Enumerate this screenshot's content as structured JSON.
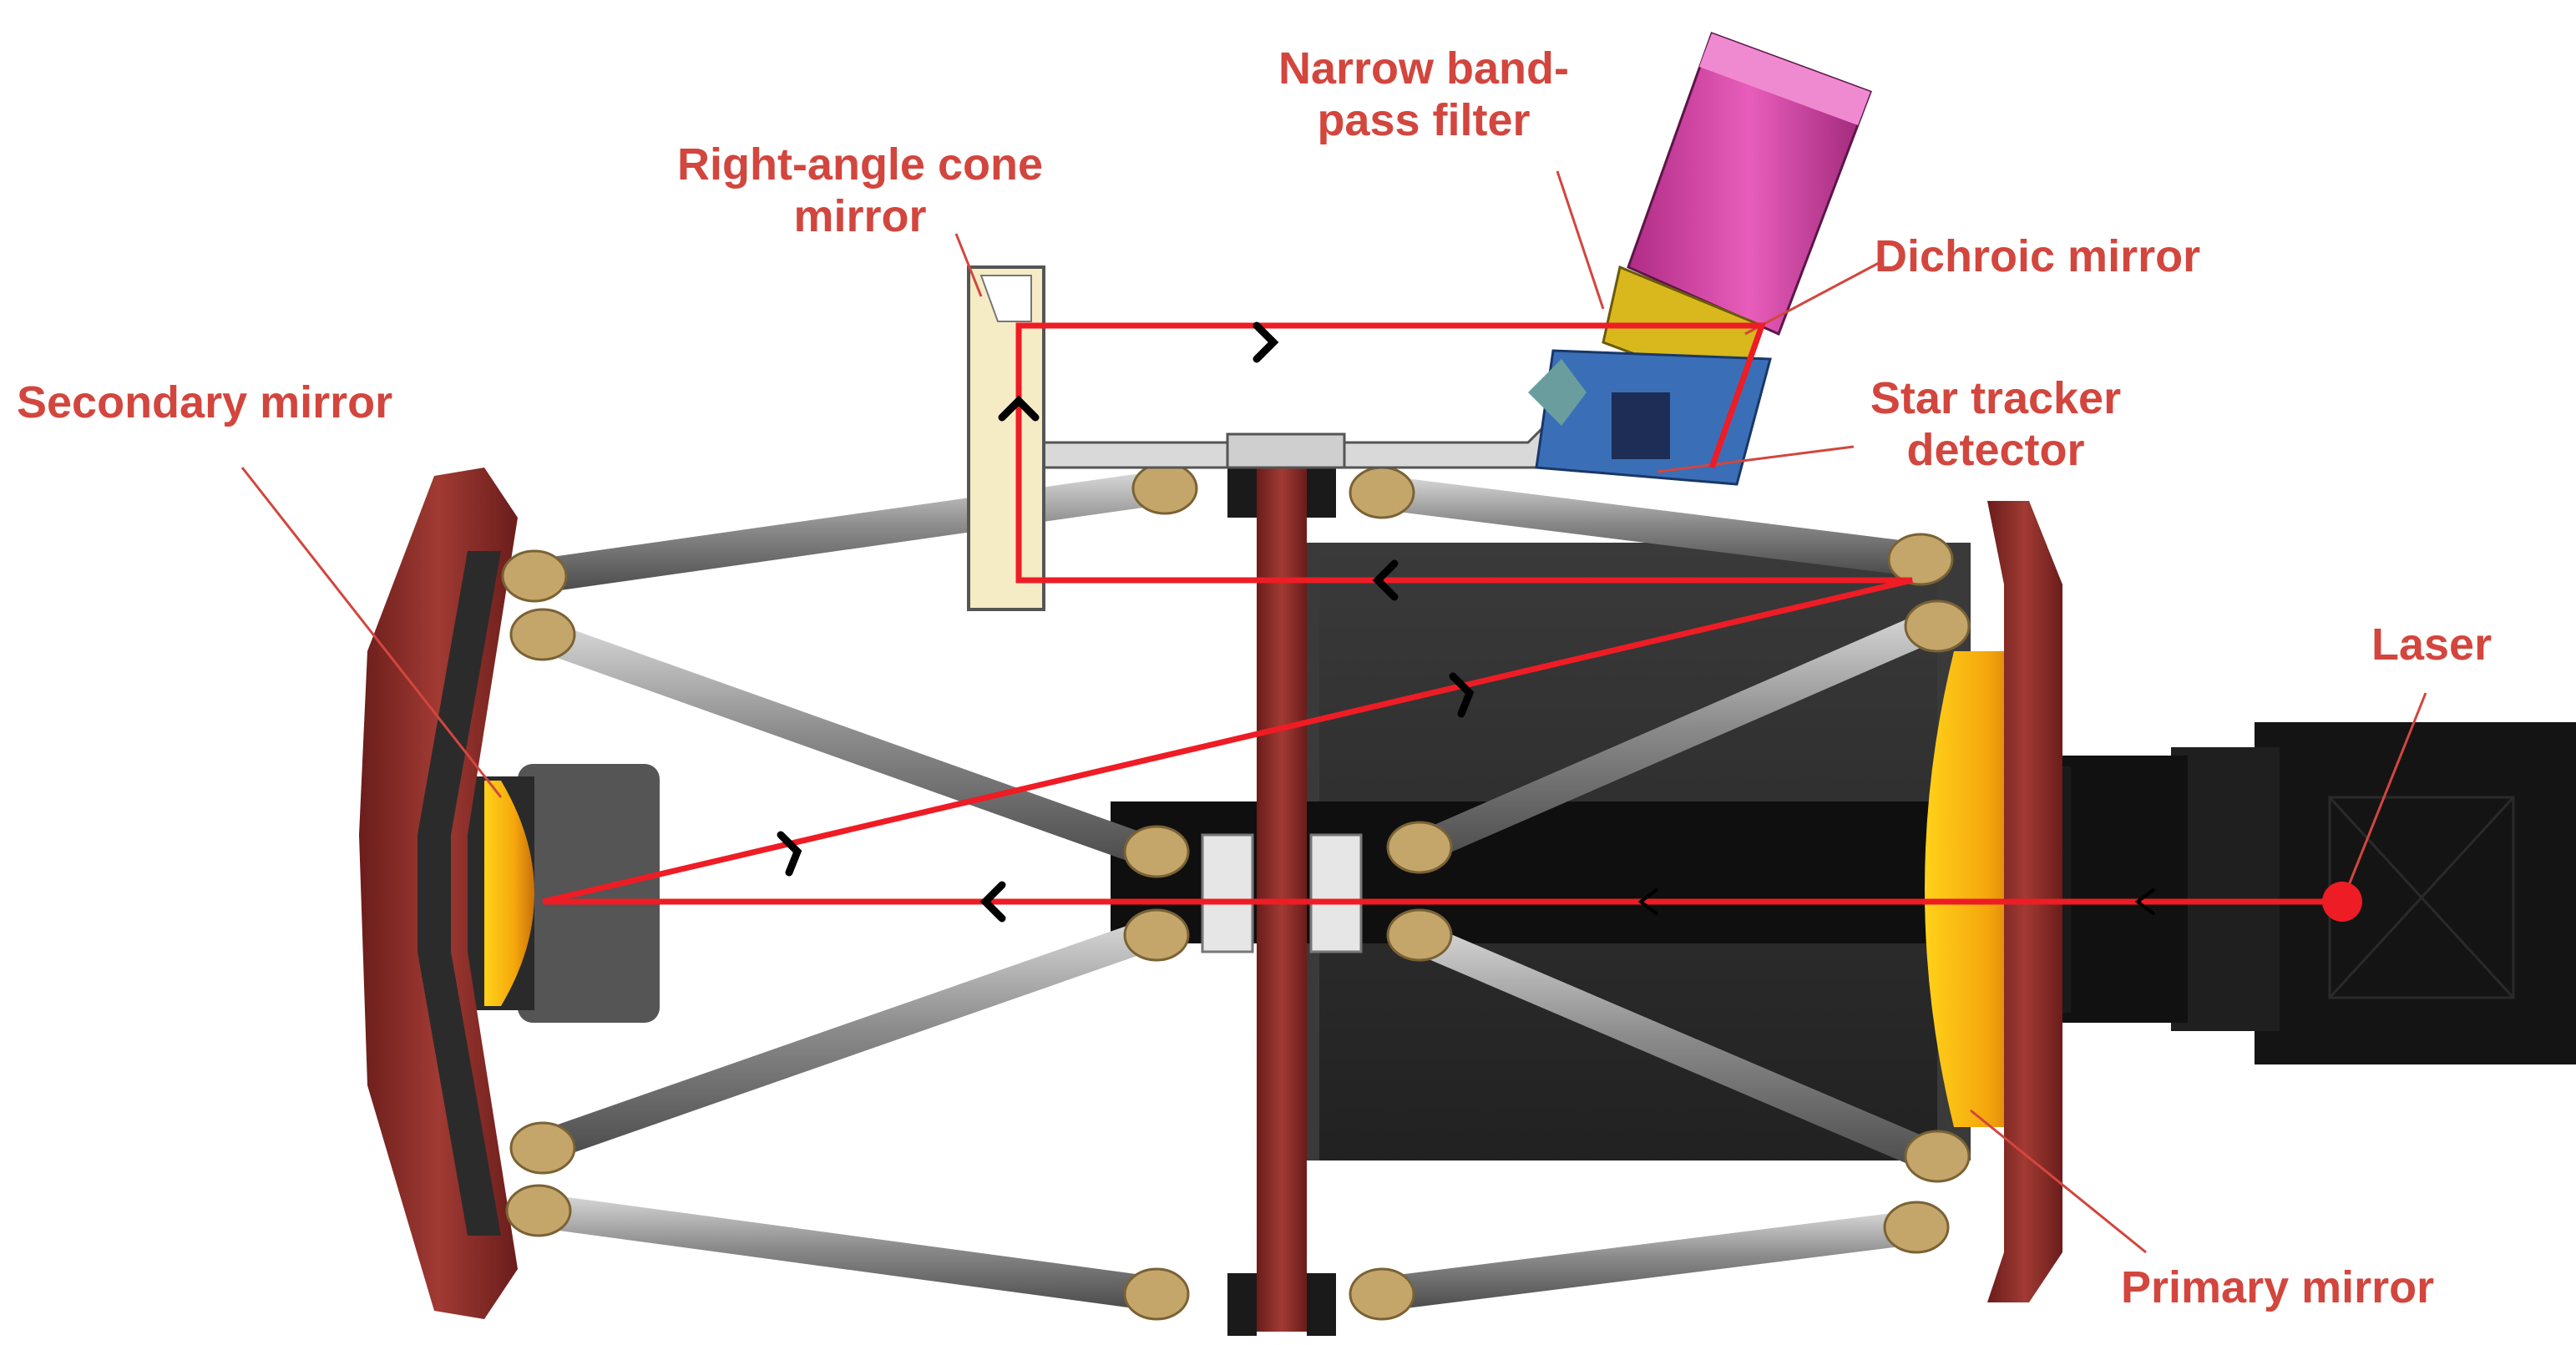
{
  "colors": {
    "label": "#d2463e",
    "beam": "#ee1c25",
    "frame": "#8b2a27",
    "rod": "#9a9a9a",
    "fitting": "#b89a5c",
    "dark": "#1c1c1c",
    "mirror": "#f2a80a",
    "filter": "#d63ca0",
    "tracker": "#3a7bc8"
  },
  "labels": {
    "narrow_band": [
      "Narrow band-",
      "pass filter"
    ],
    "cone_mirror": [
      "Right-angle cone",
      "mirror"
    ],
    "dichroic": "Dichroic mirror",
    "star_tracker": [
      "Star tracker",
      "detector"
    ],
    "secondary": "Secondary mirror",
    "laser": "Laser",
    "primary": "Primary mirror"
  },
  "icons": [
    "beam-direction-arrow-icon",
    "laser-source-icon"
  ]
}
